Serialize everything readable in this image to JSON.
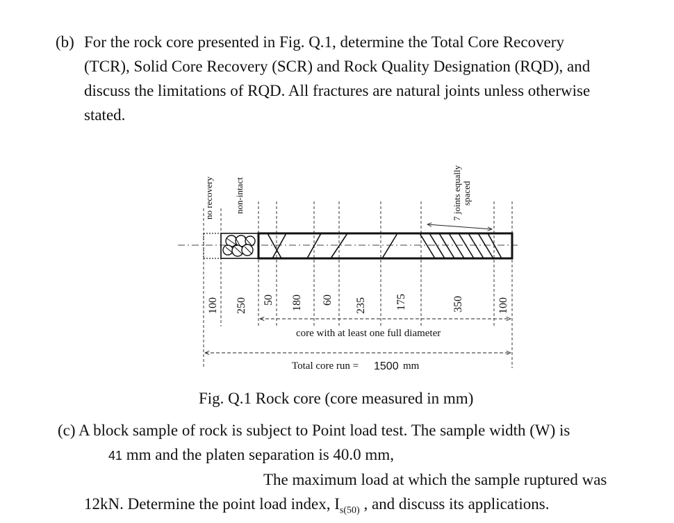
{
  "part_b": {
    "label": "(b)",
    "lines": [
      "For the rock core presented in Fig. Q.1, determine the Total Core Recovery",
      "(TCR), Solid Core Recovery (SCR) and Rock Quality Designation (RQD), and",
      "discuss the limitations of RQD.   All fractures are natural joints unless otherwise",
      "stated."
    ]
  },
  "figure": {
    "top_labels": [
      "no recovery",
      "non-intact",
      "7 joints equally",
      "spaced"
    ],
    "dimensions": [
      "100",
      "250",
      "50",
      "180",
      "60",
      "235",
      "175",
      "350",
      "100"
    ],
    "core_label": "core with at least one full diameter",
    "total_run_label": "Total core run =",
    "total_run_value": "1500",
    "total_run_unit": "mm",
    "caption": "Fig. Q.1 Rock core (core measured in mm)"
  },
  "part_c": {
    "line1": "(c) A block sample of rock is subject to Point load test. The sample width (W) is",
    "line2_prefix": "41",
    "line2_rest": " mm and the platen separation is 40.0 mm,",
    "line3": "The maximum load at which the sample ruptured was",
    "line4_start": "12kN. Determine the point load index, I",
    "line4_sub": "s(50)",
    "line4_end": " , and discuss its applications."
  }
}
